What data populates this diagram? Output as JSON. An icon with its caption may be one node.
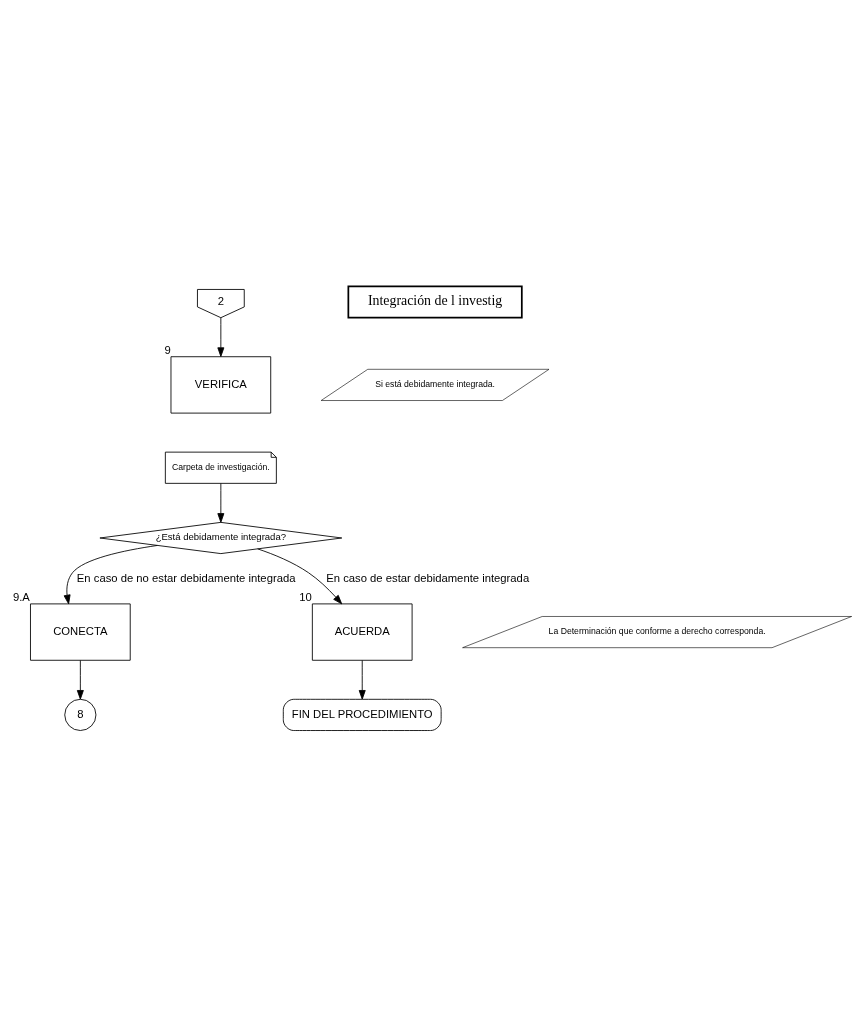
{
  "diagram": {
    "nodes": [
      {
        "text": [
          "2"
        ]
      },
      {
        "text": [
          "Integración de l investig"
        ]
      },
      {
        "text": [
          "VERIFICA"
        ],
        "beside": [
          "9"
        ]
      },
      {
        "text": [
          "Si está debidamente integrada."
        ]
      },
      {
        "text": [
          "Carpeta de investigación."
        ]
      },
      {
        "text": [
          "¿Está debidamente integrada?"
        ]
      },
      {
        "text": [
          "CONECTA"
        ],
        "beside": [
          "9.A"
        ]
      },
      {
        "text": [
          "ACUERDA"
        ],
        "beside": [
          "10"
        ]
      },
      {
        "text": [
          "La Determinación que conforme a derecho corresponda."
        ]
      },
      {
        "text": [
          "8"
        ]
      },
      {
        "text": [
          "FIN DEL PROCEDIMIENTO"
        ]
      }
    ],
    "edges": [
      {
        "from": 0,
        "to": 2,
        "arrow": "to"
      },
      {
        "from": 4,
        "to": 5,
        "arrow": "to"
      },
      {
        "from": 5,
        "to": 6,
        "arrow": "to",
        "label": "En caso de no estar debidamente integrada"
      },
      {
        "from": 5,
        "to": 7,
        "arrow": "to",
        "label": "En caso de estar debidamente integrada"
      },
      {
        "from": 6,
        "to": 9,
        "arrow": "to"
      },
      {
        "from": 7,
        "to": 10,
        "arrow": "to"
      }
    ]
  }
}
